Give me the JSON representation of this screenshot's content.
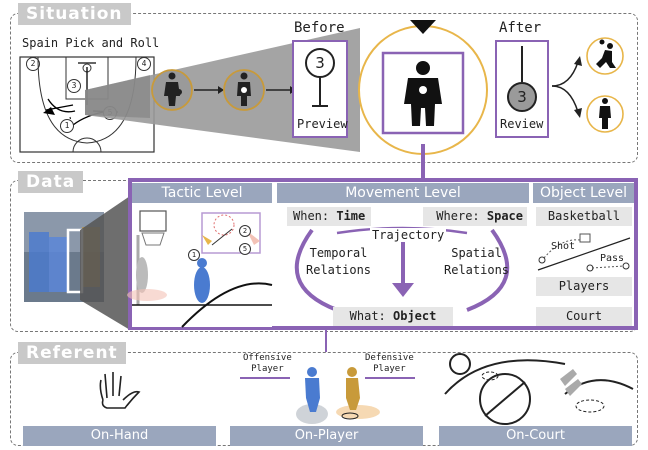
{
  "situation": {
    "title": "Situation",
    "play_name": "Spain Pick and Roll",
    "before_label": "Before",
    "after_label": "After",
    "preview_label": "Preview",
    "review_label": "Review",
    "player_number": "3",
    "court_numbers": [
      "2",
      "4",
      "3",
      "5",
      "1"
    ]
  },
  "data_section": {
    "title": "Data",
    "tactic_level": "Tactic Level",
    "movement_level": "Movement Level",
    "object_level": "Object Level",
    "when_prefix": "When: ",
    "when_value": "Time",
    "where_prefix": "Where: ",
    "where_value": "Space",
    "trajectory": "Trajectory",
    "temporal": "Temporal\nRelations",
    "spatial": "Spatial\nRelations",
    "what_prefix": "What: ",
    "what_value": "Object",
    "basketball": "Basketball",
    "shot": "Shot",
    "pass": "Pass",
    "players": "Players",
    "court": "Court",
    "tactic_numbers": [
      "2",
      "1",
      "5"
    ]
  },
  "referent": {
    "title": "Referent",
    "on_hand": "On-Hand",
    "on_player": "On-Player",
    "on_court": "On-Court",
    "offensive_player": "Offensive\nPlayer",
    "defensive_player": "Defensive\nPlayer"
  },
  "colors": {
    "purple": "#8a63b4",
    "gold": "#e8b64a",
    "slate": "#9aa6bd",
    "light_gray": "#e6e6e6"
  }
}
